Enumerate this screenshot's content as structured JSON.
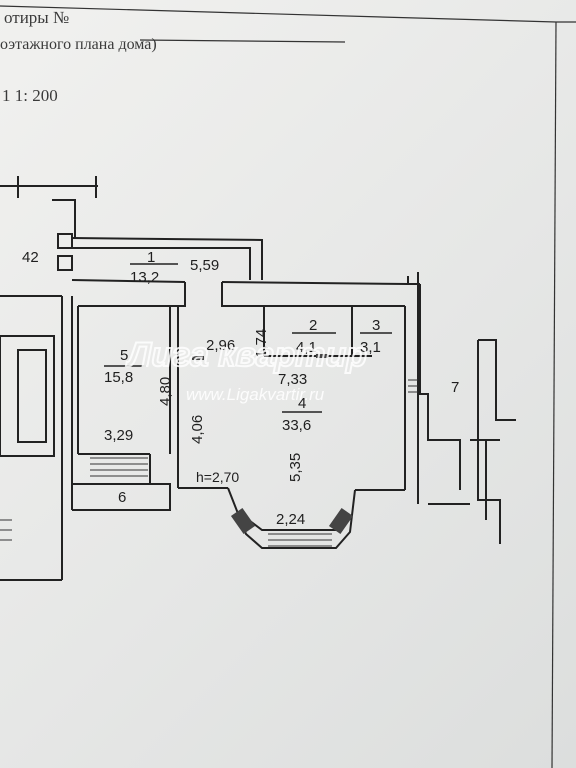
{
  "header": {
    "line1": "отиры №",
    "line2": "оэтажного плана дома)",
    "scale": "1 1: 200"
  },
  "rooms": [
    {
      "number": "1",
      "area": "13,2"
    },
    {
      "number": "2",
      "area": "4,1"
    },
    {
      "number": "3",
      "area": "3,1"
    },
    {
      "number": "4",
      "area": "33,6"
    },
    {
      "number": "5",
      "area": "15,8"
    },
    {
      "number": "6",
      "area": ""
    },
    {
      "number": "7",
      "area": ""
    }
  ],
  "dimensions": {
    "d_42": "42",
    "d_559": "5,59",
    "d_296": "2,96",
    "d_174": "1,74",
    "d_733": "7,33",
    "d_480": "4,80",
    "d_406": "4,06",
    "d_535": "5,35",
    "d_329": "3,29",
    "d_224": "2,24",
    "ceiling": "h=2,70"
  },
  "watermark": {
    "brand": "Лига квартир",
    "url": "www.Ligakvartir.ru"
  }
}
